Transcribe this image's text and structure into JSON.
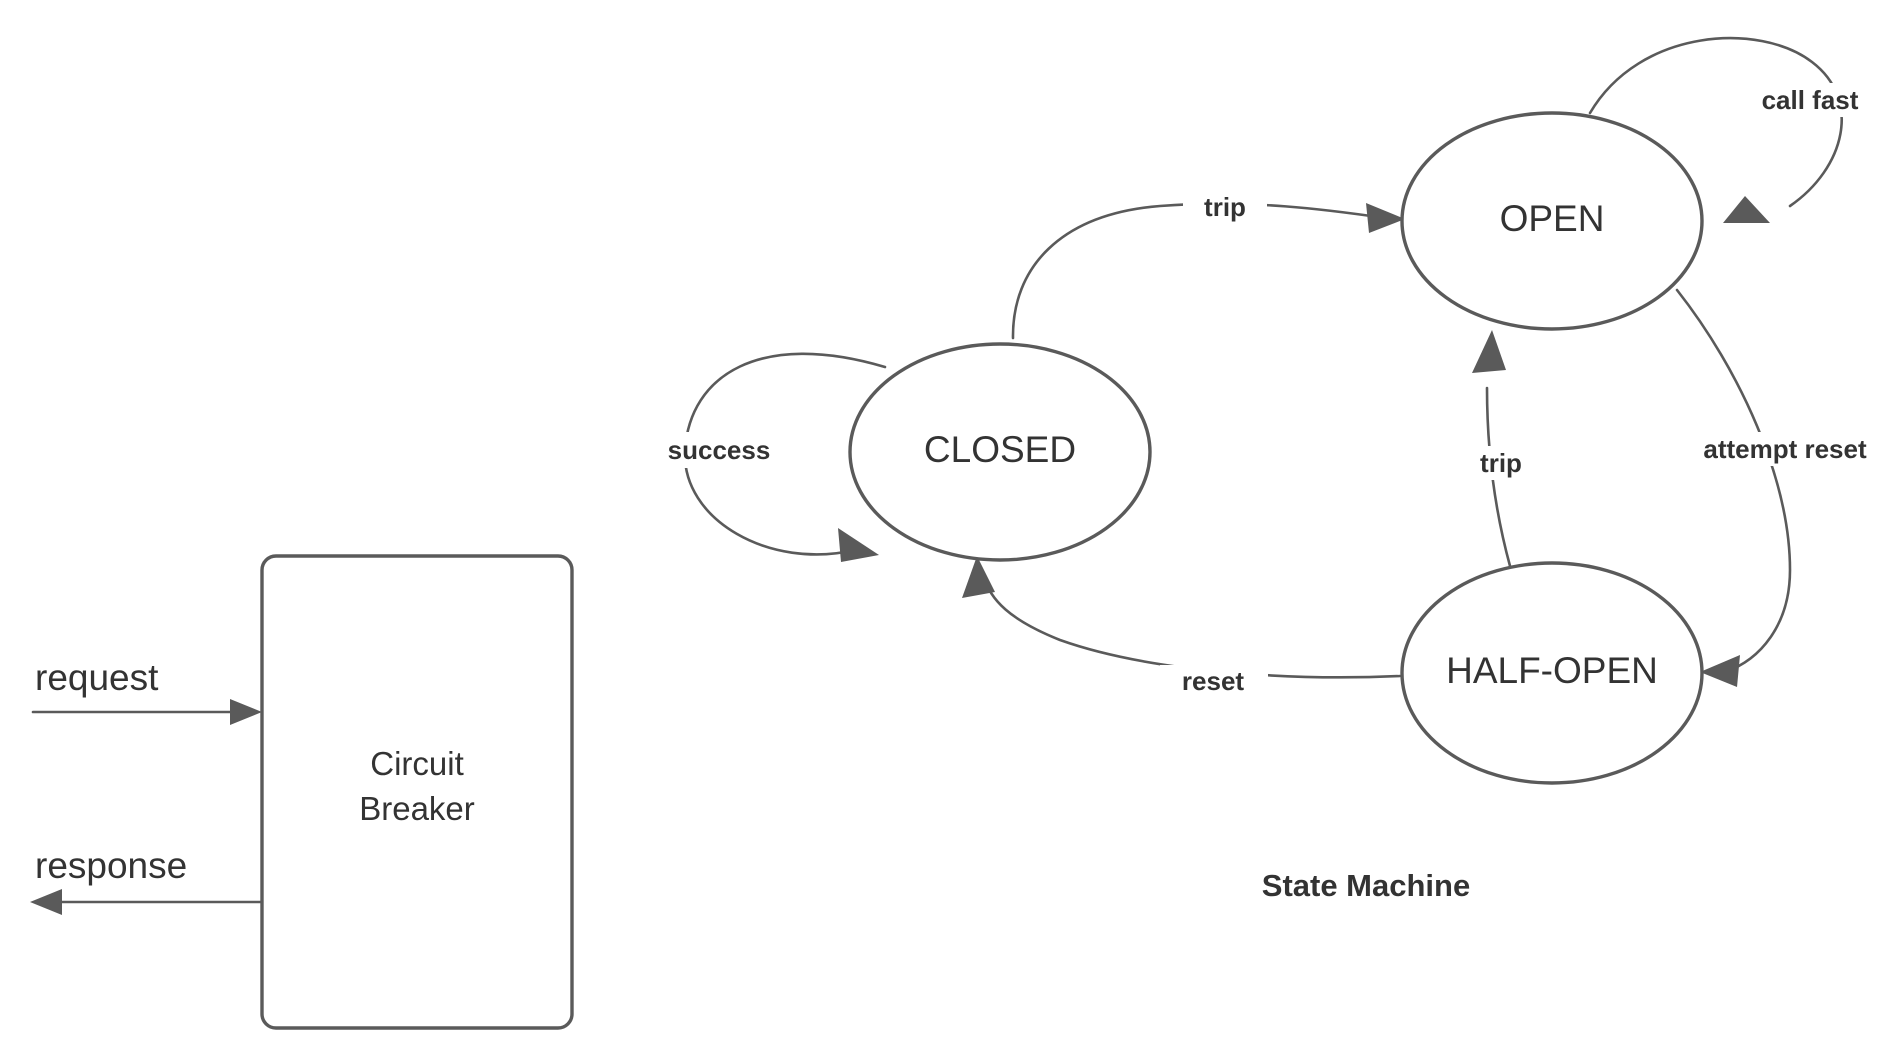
{
  "diagram": {
    "title": "State Machine",
    "component": {
      "label_line1": "Circuit",
      "label_line2": "Breaker"
    },
    "io_arrows": [
      {
        "name": "request",
        "label": "request",
        "direction": "in"
      },
      {
        "name": "response",
        "label": "response",
        "direction": "out"
      }
    ],
    "states": [
      {
        "id": "closed",
        "label": "CLOSED"
      },
      {
        "id": "open",
        "label": "OPEN"
      },
      {
        "id": "half_open",
        "label": "HALF-OPEN"
      }
    ],
    "transitions": [
      {
        "id": "t_success",
        "label": "success",
        "from": "closed",
        "to": "closed"
      },
      {
        "id": "t_trip_closed_open",
        "label": "trip",
        "from": "closed",
        "to": "open"
      },
      {
        "id": "t_call_fast",
        "label": "call fast",
        "from": "open",
        "to": "open"
      },
      {
        "id": "t_attempt_reset",
        "label": "attempt reset",
        "from": "open",
        "to": "half_open"
      },
      {
        "id": "t_trip_half_open",
        "label": "trip",
        "from": "half_open",
        "to": "open"
      },
      {
        "id": "t_reset",
        "label": "reset",
        "from": "half_open",
        "to": "closed"
      }
    ],
    "colors": {
      "stroke": "#5a5a5a",
      "text": "#333333",
      "background": "#ffffff"
    }
  }
}
